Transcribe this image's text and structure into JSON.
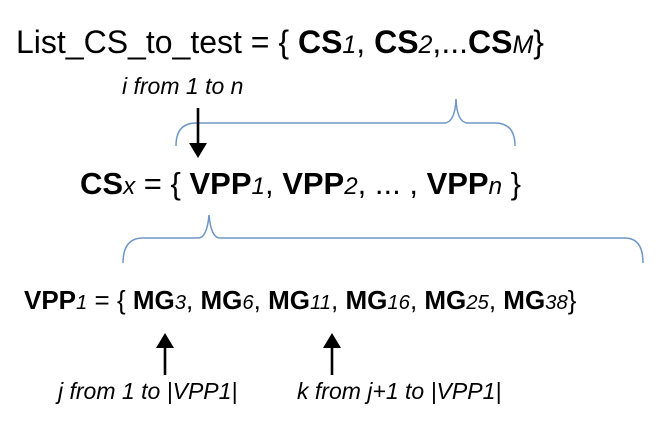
{
  "list_line": {
    "prefix": "List_CS_to_test  = { ",
    "cs1_main": "CS",
    "cs1_sub": "1",
    "sep1": ", ",
    "cs2_main": "CS",
    "cs2_sub": "2",
    "sep2": ",...",
    "csm_main": "CS",
    "csm_sub": "M",
    "suffix": "}"
  },
  "iteration_i": "i from 1 to n",
  "cs_line": {
    "cs_main": "CS",
    "cs_sub": "x",
    "eq": " = { ",
    "vpp1_main": "VPP",
    "vpp1_sub": "1",
    "sep1": ", ",
    "vpp2_main": "VPP",
    "vpp2_sub": "2",
    "sep2": ", ... , ",
    "vppn_main": "VPP",
    "vppn_sub": "n",
    "suffix": " }"
  },
  "vpp_line": {
    "vpp_main": "VPP",
    "vpp_sub": "1",
    "eq": " = { ",
    "items": [
      {
        "main": "MG",
        "sub": "3"
      },
      {
        "main": "MG",
        "sub": "6"
      },
      {
        "main": "MG",
        "sub": "11"
      },
      {
        "main": "MG",
        "sub": "16"
      },
      {
        "main": "MG",
        "sub": "25"
      },
      {
        "main": "MG",
        "sub": "38"
      }
    ],
    "suffix": "}"
  },
  "iteration_j": "j from  1 to |VPP1|",
  "iteration_k": "k from j+1 to |VPP1|",
  "colors": {
    "brace": "#6f97c6",
    "arrow": "#000000",
    "text": "#000000"
  }
}
